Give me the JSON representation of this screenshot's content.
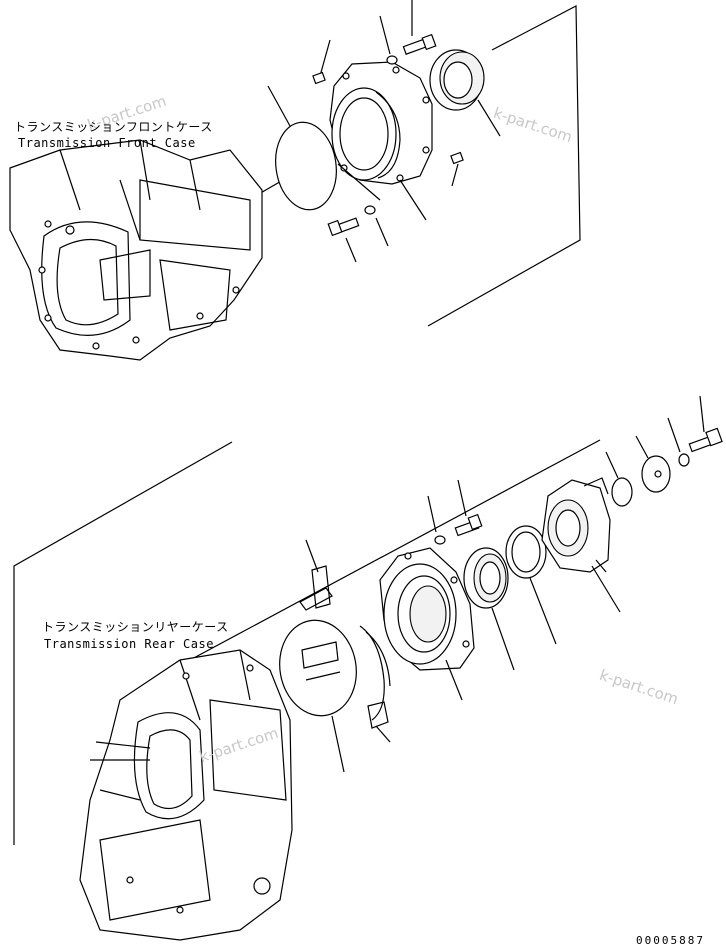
{
  "labels": {
    "front_case_jp": "トランスミッションフロントケース",
    "front_case_en": "Transmission Front Case",
    "rear_case_jp": "トランスミッションリヤーケース",
    "rear_case_en": "Transmission Rear Case"
  },
  "watermark": "k-part.com",
  "drawing_number": "00005887"
}
